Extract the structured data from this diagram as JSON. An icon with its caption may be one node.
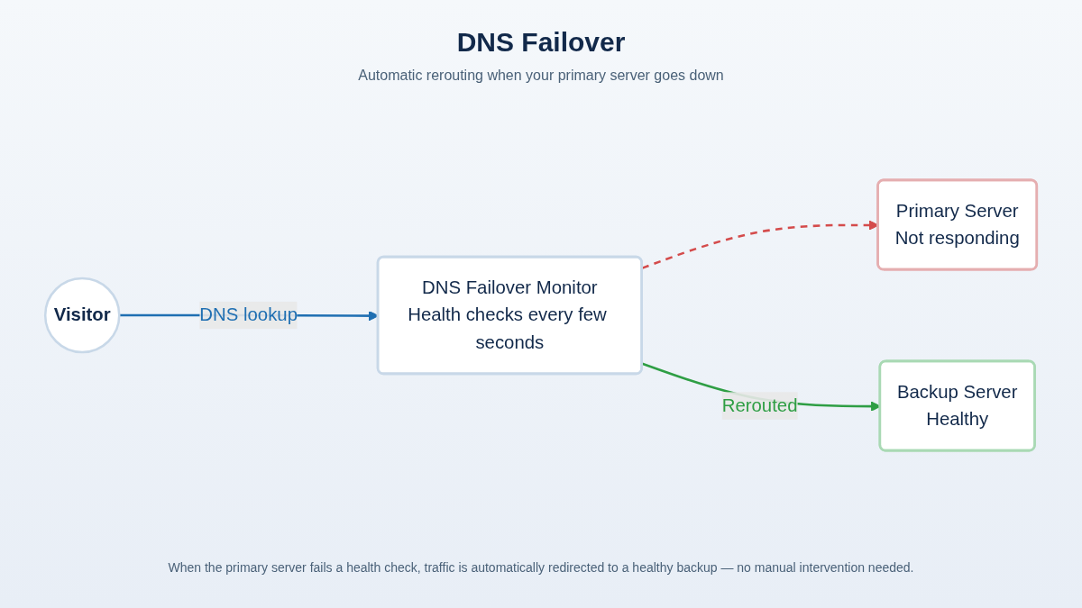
{
  "diagram": {
    "title": "DNS Failover",
    "labels": [
      "Automatic rerouting when your primary server goes down"
    ],
    "caption": "When the primary server fails a health check, traffic is automatically redirected to a healthy backup — no manual intervention needed.",
    "nodes": [
      {
        "text": [
          "Visitor"
        ]
      },
      {
        "text": [
          "DNS Failover Monitor",
          "Health checks every few seconds"
        ]
      },
      {
        "text": [
          "Primary Server",
          "Not responding"
        ]
      },
      {
        "text": [
          "Backup Server",
          "Healthy"
        ]
      }
    ],
    "edges": [
      {
        "from": 0,
        "to": 1,
        "arrow": "to",
        "label": "DNS lookup",
        "color": "#1f6fb2"
      },
      {
        "from": 1,
        "to": 2,
        "arrow": "to",
        "style": "dashed",
        "color": "#d44b4b"
      },
      {
        "from": 1,
        "to": 3,
        "arrow": "to",
        "label": "Rerouted",
        "color": "#2e9e44"
      }
    ]
  }
}
